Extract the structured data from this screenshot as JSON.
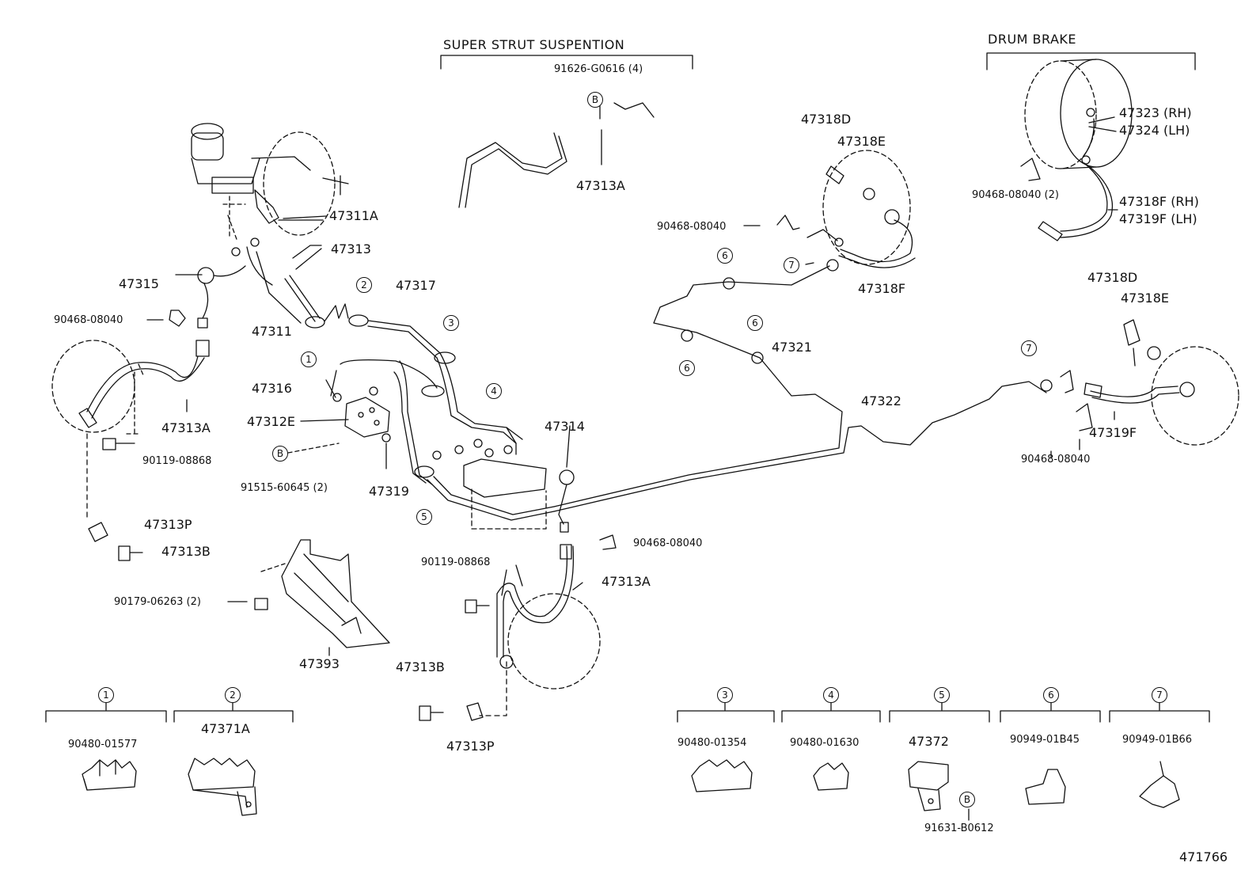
{
  "sections": {
    "super_strut": "SUPER STRUT SUSPENTION",
    "drum_brake": "DRUM BRAKE"
  },
  "parts": {
    "p91626": "91626-G0616 (4)",
    "p47313A_top": "47313A",
    "p47311A": "47311A",
    "p47313": "47313",
    "p47315": "47315",
    "p90468_left": "90468-08040",
    "p47311": "47311",
    "p47317": "47317",
    "p47316": "47316",
    "p47312E": "47312E",
    "p91515": "91515-60645 (2)",
    "p47319": "47319",
    "p47313A_left": "47313A",
    "p90119_left": "90119-08868",
    "p47313P_left": "47313P",
    "p47313B_left": "47313B",
    "p90179": "90179-06263 (2)",
    "p47393": "47393",
    "p47314": "47314",
    "p90468_mid": "90468-08040",
    "p90119_mid": "90119-08868",
    "p47313A_mid": "47313A",
    "p47313B_mid": "47313B",
    "p47313P_mid": "47313P",
    "p47318D_top": "47318D",
    "p47318E_top": "47318E",
    "p90468_right": "90468-08040",
    "p47318F_top": "47318F",
    "p47321": "47321",
    "p47322": "47322",
    "p47323": "47323 (RH)",
    "p47324": "47324 (LH)",
    "p90468_drum": "90468-08040 (2)",
    "p47318F_drum": "47318F (RH)",
    "p47319F_drum": "47319F (LH)",
    "p47318D_right": "47318D",
    "p47318E_right": "47318E",
    "p47319F_right": "47319F",
    "p90468_rr": "90468-08040"
  },
  "callouts": {
    "c1": "1",
    "c2": "2",
    "c3": "3",
    "c4": "4",
    "c5": "5",
    "c6a": "6",
    "c6b": "6",
    "c6c": "6",
    "c7a": "7",
    "c7b": "7",
    "bA": "B",
    "bB": "B",
    "bC": "B"
  },
  "clamps": [
    {
      "num": "1",
      "part": "90480-01577"
    },
    {
      "num": "2",
      "part": "47371A"
    },
    {
      "num": "3",
      "part": "90480-01354"
    },
    {
      "num": "4",
      "part": "90480-01630"
    },
    {
      "num": "5",
      "part": "47372"
    },
    {
      "num": "6",
      "part": "90949-01B45"
    },
    {
      "num": "7",
      "part": "90949-01B66"
    }
  ],
  "clamp_extra": "91631-B0612",
  "diagram_id": "471766"
}
